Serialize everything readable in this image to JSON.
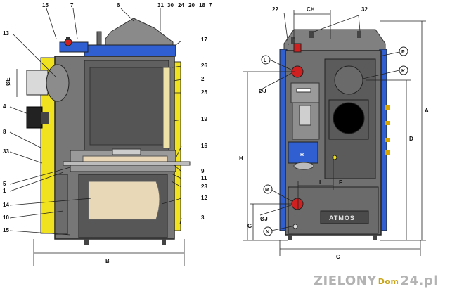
{
  "diagram": {
    "left_labels": [
      "15",
      "7",
      "6",
      "31",
      "30",
      "24",
      "20",
      "18",
      "7",
      "17",
      "13",
      "26",
      "2",
      "25",
      "ØE",
      "4",
      "19",
      "8",
      "33",
      "16",
      "5",
      "9",
      "1",
      "11",
      "23",
      "14",
      "12",
      "10",
      "3",
      "15",
      "B"
    ],
    "right_labels": [
      "22",
      "CH",
      "32",
      "L",
      "P",
      "K",
      "ØJ",
      "H",
      "A",
      "D",
      "M",
      "I",
      "F",
      "G",
      "ØJ",
      "N",
      "C"
    ],
    "brand_plate": "ATMOS",
    "panel_letter": "R"
  },
  "logo": {
    "part1": "ZIELONY",
    "part2": "Dom",
    "part3": "24.pl"
  },
  "colors": {
    "blue": "#2f5fd0",
    "yellow": "#f1e21f",
    "gray": "#6f6f6f",
    "red": "#d02020"
  }
}
